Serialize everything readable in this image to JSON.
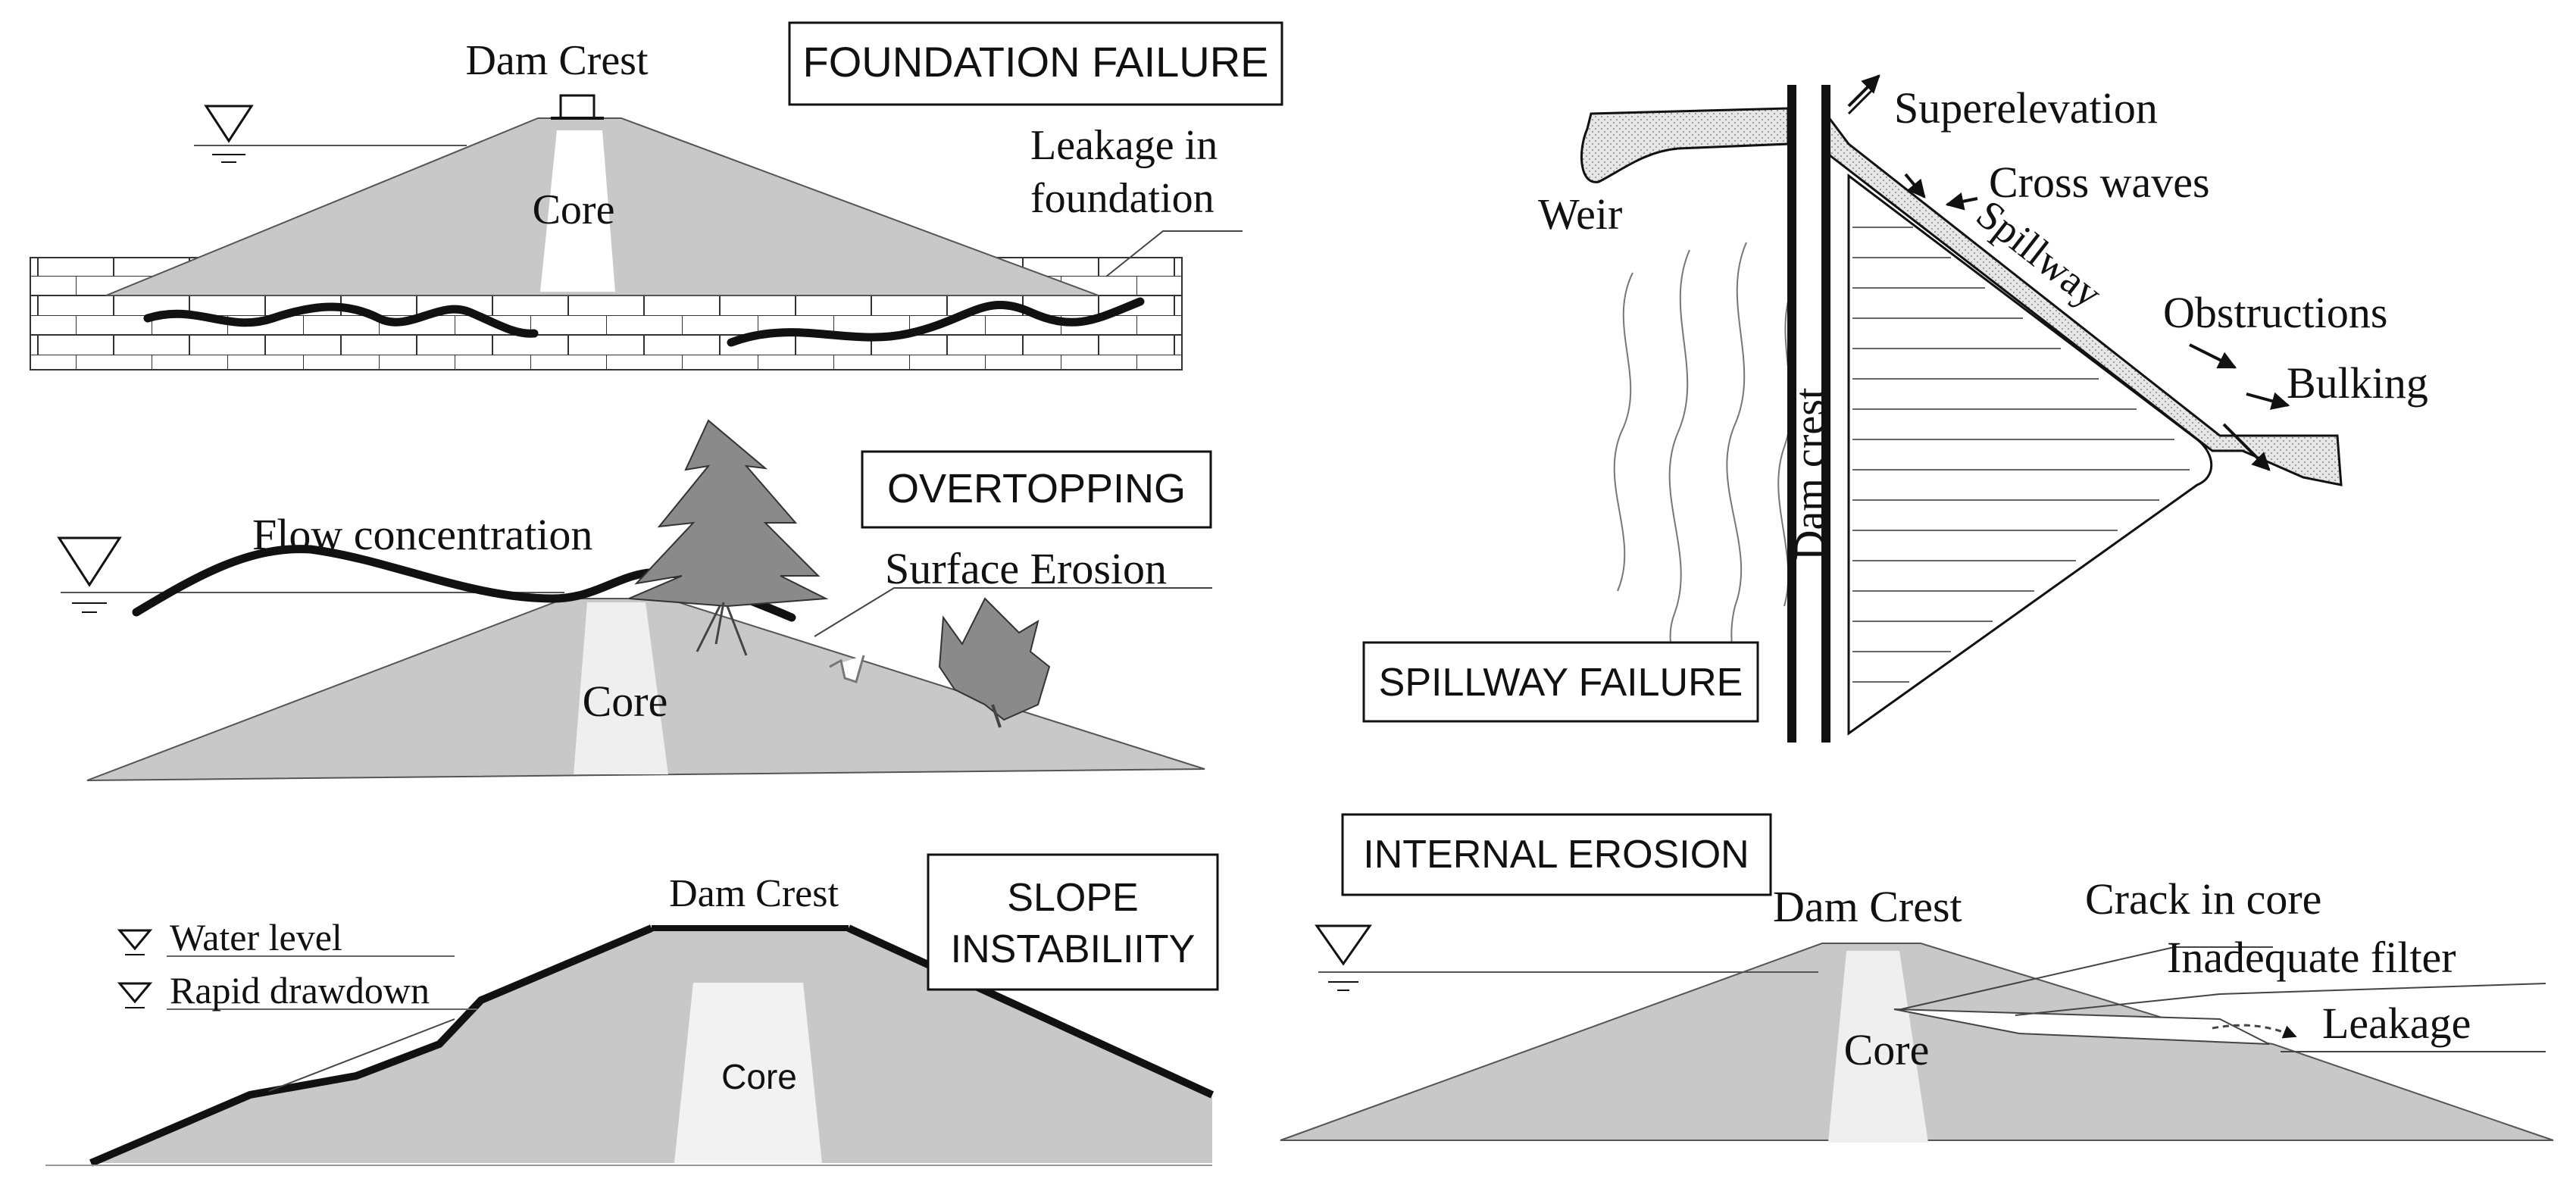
{
  "colors": {
    "body": "#c8c8c8",
    "core": "#f2f2f2",
    "tree": "#8a8a8a",
    "line": "#111111",
    "stipple": "#dddddd"
  },
  "foundation": {
    "title": "FOUNDATION FAILURE",
    "dam_crest": "Dam Crest",
    "core": "Core",
    "leak_line1": "Leakage in",
    "leak_line2": "foundation"
  },
  "overtopping": {
    "title": "OVERTOPPING",
    "flow": "Flow concentration",
    "surface": "Surface Erosion",
    "core": "Core"
  },
  "slope": {
    "title_line1": "SLOPE",
    "title_line2": "INSTABILIITY",
    "dam_crest": "Dam Crest",
    "water_level": "Water   level",
    "rapid": "Rapid   drawdown",
    "core": "Core"
  },
  "spillway": {
    "title": "SPILLWAY FAILURE",
    "weir": "Weir",
    "dam_crest": "Dam    crest",
    "spillway": "Spillway",
    "superelevation": "Superelevation",
    "cross_waves": "Cross waves",
    "obstructions": "Obstructions",
    "bulking": "Bulking"
  },
  "internal": {
    "title": "INTERNAL EROSION",
    "dam_crest": "Dam Crest",
    "crack": "Crack in core",
    "filter": "Inadequate filter",
    "leakage": "Leakage",
    "core": "Core"
  }
}
